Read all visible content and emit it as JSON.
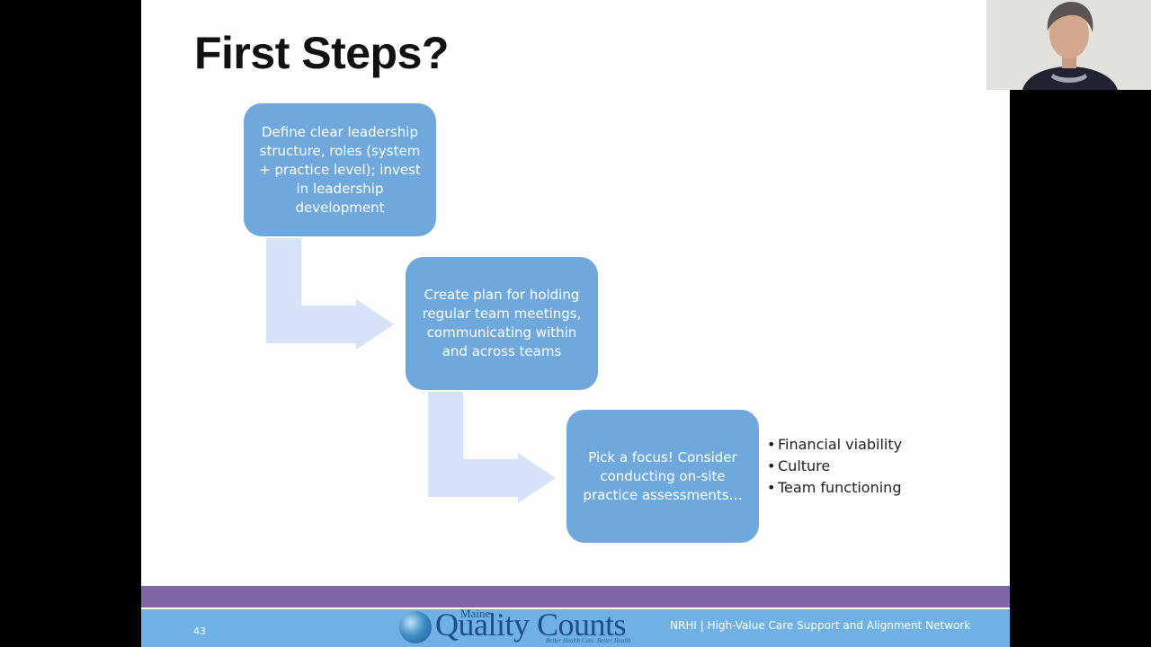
{
  "slide": {
    "title": "First Steps?",
    "steps": [
      {
        "text": "Define clear leadership structure, roles (system + practice level); invest in leadership development"
      },
      {
        "text": "Create plan for holding regular team meetings, communicating within and across teams"
      },
      {
        "text": "Pick a focus! Consider conducting on-site practice assessments…"
      }
    ],
    "bullets": [
      "Financial viability",
      "Culture",
      "Team functioning"
    ],
    "page_number": "43"
  },
  "footer": {
    "logo_small": "Maine",
    "logo_main": "Quality Counts",
    "logo_tagline": "Better Health Care. Better Health",
    "network_text": "NRHI   |   High-Value Care Support and Alignment Network"
  },
  "colors": {
    "box_fill": "#6fa8dc",
    "arrow_fill": "#d6e2f7",
    "purple_band": "#7f66a6",
    "footer_blue": "#6fb1e4"
  },
  "icons": {
    "arrow": "bent-arrow-right",
    "logo_globe": "globe-logo"
  }
}
